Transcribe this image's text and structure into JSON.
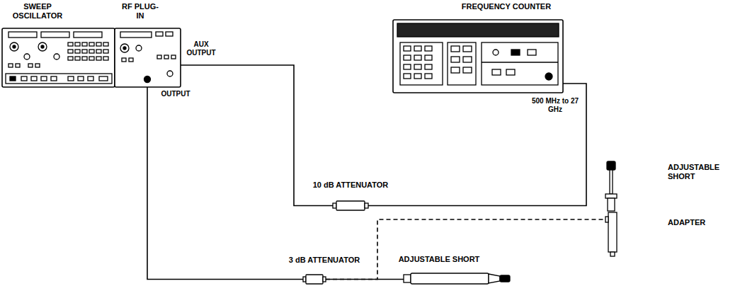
{
  "diagram": {
    "nodes": [
      {
        "text": [
          "SWEEP OSCILLATOR"
        ]
      },
      {
        "text": [
          "RF PLUG-IN"
        ]
      },
      {
        "text": [
          "FREQUENCY COUNTER"
        ]
      },
      {
        "text": [
          "10 dB ATTENUATOR"
        ]
      },
      {
        "text": [
          "3 dB ATTENUATOR"
        ]
      },
      {
        "text": [
          "ADJUSTABLE SHORT"
        ]
      },
      {
        "text": [
          "ADJUSTABLE SHORT"
        ]
      },
      {
        "text": [
          "ADAPTER"
        ]
      }
    ],
    "edges": [
      {
        "from": 1,
        "to": 3,
        "arrow": "none"
      },
      {
        "from": 3,
        "to": 2,
        "arrow": "none"
      },
      {
        "from": 1,
        "to": 4,
        "arrow": "none"
      },
      {
        "from": 4,
        "to": 5,
        "arrow": "none"
      },
      {
        "from": 4,
        "to": 7,
        "arrow": "none"
      }
    ],
    "labels": [
      "AUX OUTPUT",
      "OUTPUT",
      "500 MHz to 27 GHz"
    ]
  }
}
